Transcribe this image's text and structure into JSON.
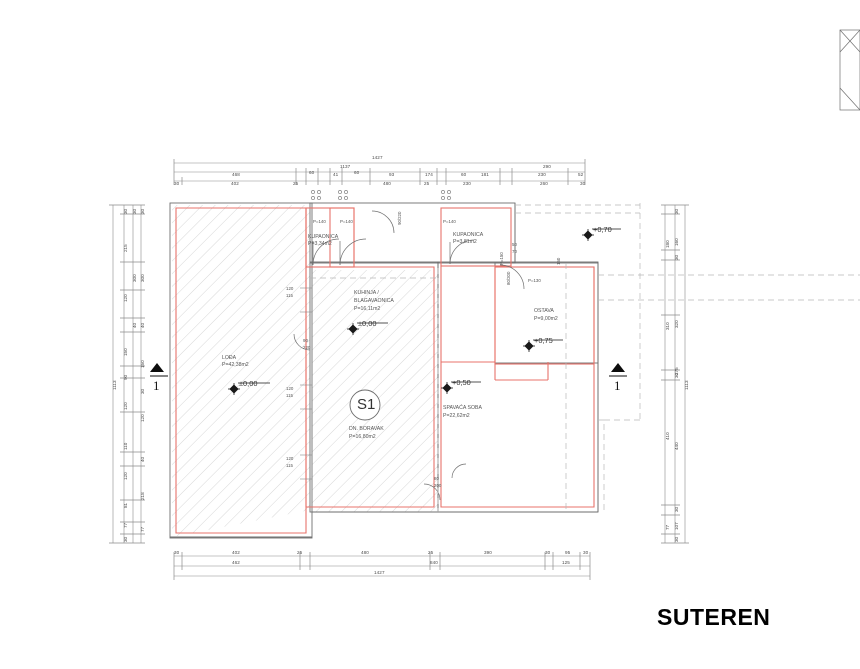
{
  "drawing": {
    "title": "SUTEREN",
    "unit_label": "m2",
    "colors": {
      "wall_red": "#e8736b",
      "wall_gray": "#6e6e6e",
      "hatch": "#bdbdbd",
      "dim_line": "#8a8a8a",
      "dashed": "#b5b5b5",
      "text": "#4a4a4a",
      "title": "#000000"
    }
  },
  "apartment_marker": "S1",
  "rooms": [
    {
      "id": "loda",
      "name": "LOĐA",
      "area": "P=42,38m2",
      "level": "±0,00"
    },
    {
      "id": "kupaonica1",
      "name": "KUPAONICA",
      "area": "P=3,34m2",
      "level": ""
    },
    {
      "id": "kupaonica2",
      "name": "KUPAONICA",
      "area": "P=3,81m2",
      "level": ""
    },
    {
      "id": "kuhinja",
      "name": "KUHINJA / BLAGAVAONICA",
      "area": "P=16,11m2",
      "level": "±0,00"
    },
    {
      "id": "boravak",
      "name": "DN. BORAVAK",
      "area": "P=16,80m2",
      "level": ""
    },
    {
      "id": "spavaca",
      "name": "SPAVAĆA SOBA",
      "area": "P=22,62m2",
      "level": "+0,50"
    },
    {
      "id": "ostava",
      "name": "OSTAVA",
      "area": "P=9,00m2",
      "level": "+0,75"
    }
  ],
  "room_text": {
    "kuhinja_line1": "KUHINJA /",
    "kuhinja_line2": "BLAGAVAONICA"
  },
  "levels": [
    {
      "id": "loda-level",
      "value": "±0,00"
    },
    {
      "id": "kuhinja-level",
      "value": "±0,00"
    },
    {
      "id": "spavaca-level",
      "value": "+0,50"
    },
    {
      "id": "ostava-level",
      "value": "+0,75"
    },
    {
      "id": "teren-level",
      "value": "+0,70"
    }
  ],
  "section_markers": [
    {
      "id": "section-left",
      "label": "1"
    },
    {
      "id": "section-right",
      "label": "1"
    }
  ],
  "openings": [
    {
      "id": "op-top-1",
      "label": "P=140"
    },
    {
      "id": "op-top-2",
      "label": "P=140"
    },
    {
      "id": "op-top-3",
      "label": "P=140"
    },
    {
      "id": "op-ostava",
      "label": "P=130"
    },
    {
      "id": "op-w1",
      "w": "120",
      "h": "115"
    },
    {
      "id": "op-w2",
      "w": "90",
      "h": "220"
    },
    {
      "id": "op-w3",
      "w": "120",
      "h": "115"
    },
    {
      "id": "op-w4",
      "w": "120",
      "h": "115"
    },
    {
      "id": "op-r1",
      "w": "50",
      "h": "70"
    },
    {
      "id": "op-r2",
      "w": "80",
      "h": "200"
    },
    {
      "id": "op-v1",
      "label": "P=150"
    },
    {
      "id": "op-v2",
      "label": "150"
    },
    {
      "id": "op-v3",
      "label": "80/200"
    },
    {
      "id": "op-v4",
      "label": "90/220"
    }
  ],
  "dims": {
    "top": {
      "row_total": [
        "1427"
      ],
      "row_major": [
        "1137",
        "290"
      ],
      "row_mid": [
        "468",
        "60",
        "41",
        "60",
        "93",
        "174",
        "60",
        "181",
        "230",
        "52"
      ],
      "row_fine": [
        "30",
        "402",
        "25",
        "480",
        "25",
        "230",
        "260",
        "30"
      ]
    },
    "bottom": {
      "row_fine": [
        "30",
        "402",
        "25",
        "480",
        "25",
        "390",
        "30",
        "95",
        "30"
      ],
      "row_mid": [
        "462",
        "840",
        "125"
      ],
      "row_total": [
        "1427"
      ]
    },
    "left": {
      "total": "1113",
      "col_outer": [
        "30",
        "215",
        "120",
        "40",
        "150",
        "90",
        "120",
        "110",
        "120",
        "81",
        "77",
        "30"
      ],
      "col_inner": [
        "30",
        "30",
        "300",
        "300",
        "40",
        "40",
        "150",
        "90",
        "30",
        "120",
        "40",
        "40",
        "120",
        "218",
        "300",
        "30",
        "77",
        "30"
      ]
    },
    "right": {
      "total": "1113",
      "col_outer": [
        "30",
        "180",
        "30",
        "310",
        "30",
        "410",
        "30",
        "77",
        "30"
      ],
      "col_inner": [
        "160",
        "320",
        "275",
        "440",
        "107"
      ]
    }
  }
}
